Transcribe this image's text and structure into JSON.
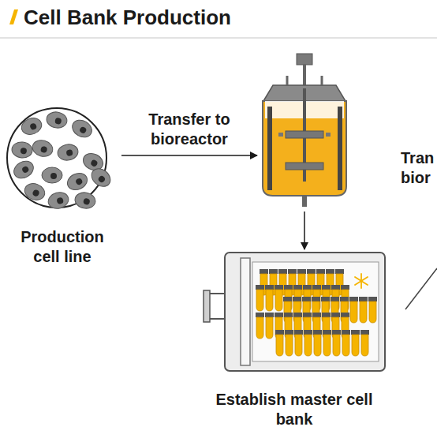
{
  "diagram": {
    "title": "Cell Bank Production",
    "nodes": [
      {
        "text": [
          "Production cell line"
        ]
      },
      {
        "text": []
      },
      {
        "text": [
          "Establish master cell bank"
        ]
      }
    ],
    "edges": [
      {
        "from": 0,
        "to": 1,
        "label": "Transfer to bioreactor",
        "arrow": "to"
      },
      {
        "from": 1,
        "to": 2,
        "arrow": "to"
      }
    ],
    "labels": [
      "Tran bior"
    ]
  }
}
